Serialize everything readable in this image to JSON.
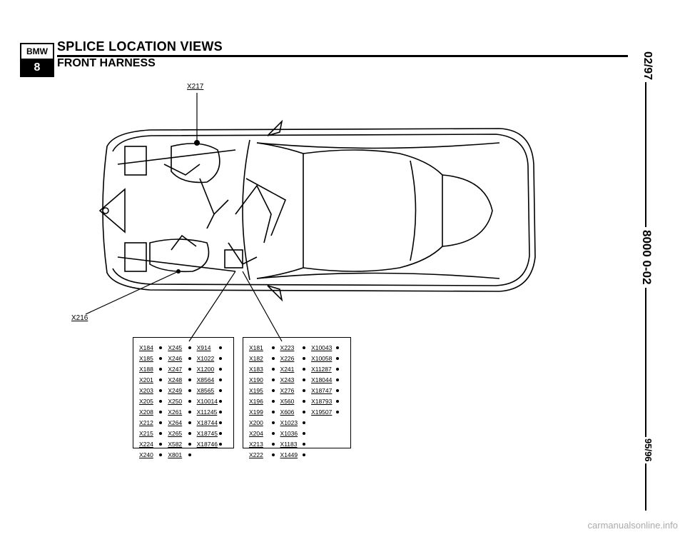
{
  "header": {
    "logo_text": "BMW",
    "logo_model": "8",
    "title": "SPLICE LOCATION VIEWS",
    "subtitle": "FRONT HARNESS"
  },
  "side": {
    "date_top": "02/97",
    "page_code": "8000 0-02",
    "date_bottom": "95/96"
  },
  "callouts": {
    "top": "X217",
    "left": "X216"
  },
  "table_left": [
    [
      "X184",
      "X245",
      "X914"
    ],
    [
      "X185",
      "X246",
      "X1022"
    ],
    [
      "X188",
      "X247",
      "X1200"
    ],
    [
      "X201",
      "X248",
      "X8564"
    ],
    [
      "X203",
      "X249",
      "X8565"
    ],
    [
      "X205",
      "X250",
      "X10014"
    ],
    [
      "X208",
      "X261",
      "X11245"
    ],
    [
      "X212",
      "X264",
      "X18744"
    ],
    [
      "X215",
      "X265",
      "X18745"
    ],
    [
      "X224",
      "X582",
      "X18746"
    ],
    [
      "X240",
      "X801",
      ""
    ]
  ],
  "table_right": [
    [
      "X181",
      "X223",
      "X10043"
    ],
    [
      "X182",
      "X226",
      "X10058"
    ],
    [
      "X183",
      "X241",
      "X11287"
    ],
    [
      "X190",
      "X243",
      "X18044"
    ],
    [
      "X195",
      "X276",
      "X18747"
    ],
    [
      "X196",
      "X560",
      "X18793"
    ],
    [
      "X199",
      "X606",
      "X19507"
    ],
    [
      "X200",
      "X1023",
      ""
    ],
    [
      "X204",
      "X1036",
      ""
    ],
    [
      "X213",
      "X1183",
      ""
    ],
    [
      "X222",
      "X1449",
      ""
    ]
  ],
  "footer": "carmanualsonline.info"
}
